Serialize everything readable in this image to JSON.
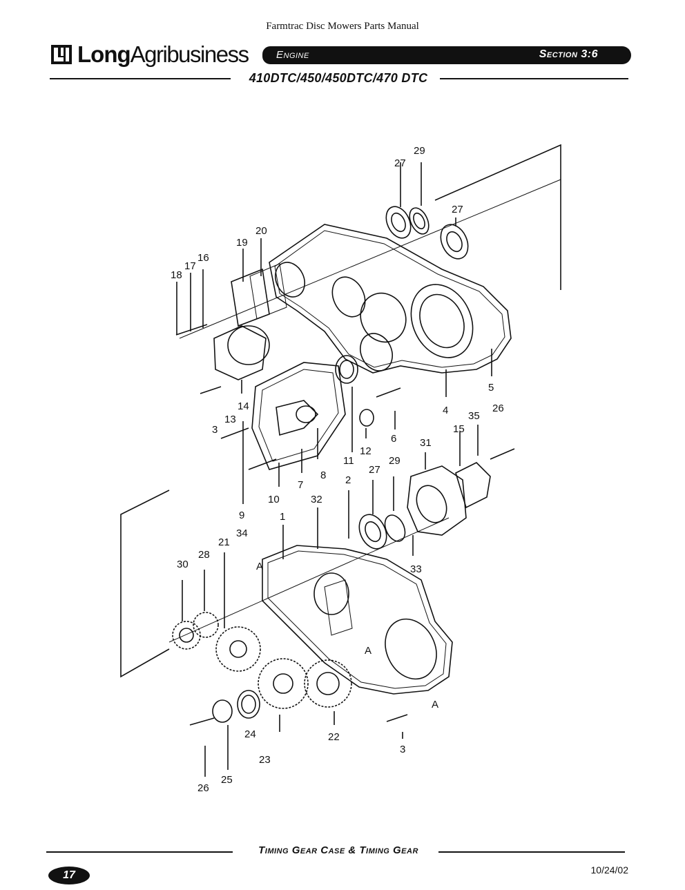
{
  "document": {
    "title": "Farmtrac Disc Mowers Parts Manual"
  },
  "brand": {
    "name_bold": "Long",
    "name_regular": "Agribusiness",
    "logo_icon": "long-logo-icon"
  },
  "header": {
    "category": "Engine",
    "section": "Section 3:6",
    "models": "410DTC/450/450DTC/470 DTC"
  },
  "diagram": {
    "callouts": [
      "29",
      "27",
      "27",
      "20",
      "19",
      "16",
      "17",
      "18",
      "5",
      "4",
      "26",
      "35",
      "15",
      "14",
      "13",
      "3",
      "6",
      "12",
      "31",
      "11",
      "29",
      "27",
      "8",
      "7",
      "10",
      "2",
      "32",
      "9",
      "1",
      "34",
      "21",
      "28",
      "30",
      "33",
      "A",
      "A",
      "A",
      "24",
      "22",
      "3",
      "23",
      "25",
      "26"
    ]
  },
  "footer": {
    "title": "Timing Gear Case & Timing Gear",
    "page": "17",
    "date": "10/24/02"
  },
  "colors": {
    "ink": "#111111",
    "paper": "#ffffff"
  }
}
